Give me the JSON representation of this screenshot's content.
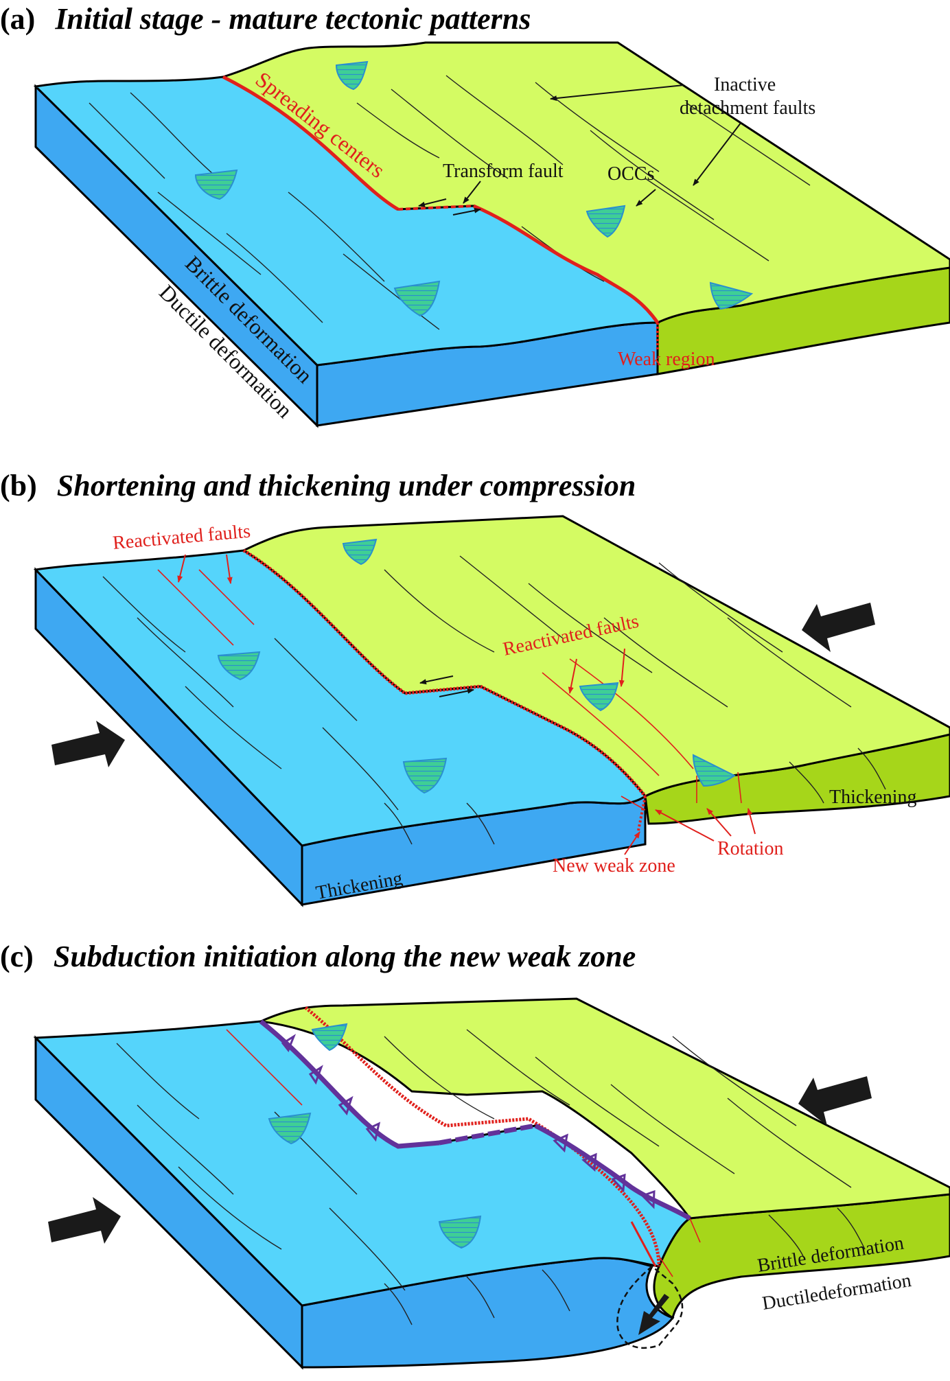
{
  "colors": {
    "oceanic_top": "#55d4fb",
    "oceanic_side": "#3ea8f2",
    "continental_top": "#d4fb63",
    "continental_side": "#a6d61a",
    "ridge_red": "#e0201c",
    "subduction_purple": "#62329a",
    "occ_fill": "#3fcf95",
    "arrow_black": "#1a1a1a"
  },
  "panels": [
    {
      "letter": "(a)",
      "heading": "Initial stage - mature tectonic patterns",
      "labels": {
        "spreading_centers": "Spreading centers",
        "transform_fault": "Transform fault",
        "occs": "OCCs",
        "inactive_line1": "Inactive",
        "inactive_line2": "detachment faults",
        "weak_region": "Weak region",
        "brittle": "Brittle deformation",
        "ductile": "Ductile deformation"
      }
    },
    {
      "letter": "(b)",
      "heading": "Shortening and thickening under compression",
      "labels": {
        "reactivated_faults_left": "Reactivated faults",
        "reactivated_faults_right": "Reactivated faults",
        "thickening_left": "Thickening",
        "thickening_right": "Thickening",
        "rotation": "Rotation",
        "new_weak_zone": "New weak zone"
      }
    },
    {
      "letter": "(c)",
      "heading": "Subduction initiation along the new weak zone",
      "labels": {
        "brittle": "Brittle deformation",
        "ductile": "Ductiledeformation"
      }
    }
  ],
  "icons": {
    "compression_arrow": "compression-arrow-icon",
    "shear_arrow": "shear-arrow-icon",
    "leader_arrow": "leader-arrow-icon",
    "subduction_teeth": "subduction-teeth-icon"
  }
}
